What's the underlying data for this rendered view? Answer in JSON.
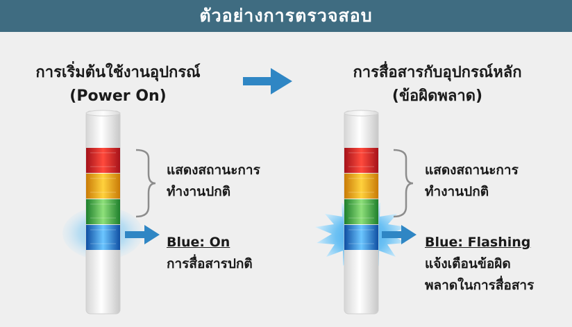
{
  "header": {
    "title": "ตัวอย่างการตรวจสอบ"
  },
  "left_panel": {
    "title_line1": "การเริ่มต้นใช้งานอุปกรณ์",
    "title_line2": "(Power On)",
    "status_line1": "แสดงสถานะการ",
    "status_line2": "ทำงานปกติ",
    "blue_label": "Blue: On",
    "blue_desc": "การสื่อสารปกติ"
  },
  "right_panel": {
    "title_line1": "การสื่อสารกับอุปกรณ์หลัก",
    "title_line2": "(ข้อผิดพลาด)",
    "status_line1": "แสดงสถานะการ",
    "status_line2": "ทำงานปกติ",
    "blue_label": "Blue: Flashing",
    "blue_desc_line1": "แจ้งเตือนข้อผิด",
    "blue_desc_line2": "พลาดในการสื่อสาร"
  },
  "colors": {
    "header_bg": "#3f6c81",
    "arrow": "#2f86c4",
    "red": "#e3262b",
    "amber": "#f2a71a",
    "green": "#3cb64a",
    "blue": "#1f7fd6",
    "glow": "#5db4ea"
  }
}
